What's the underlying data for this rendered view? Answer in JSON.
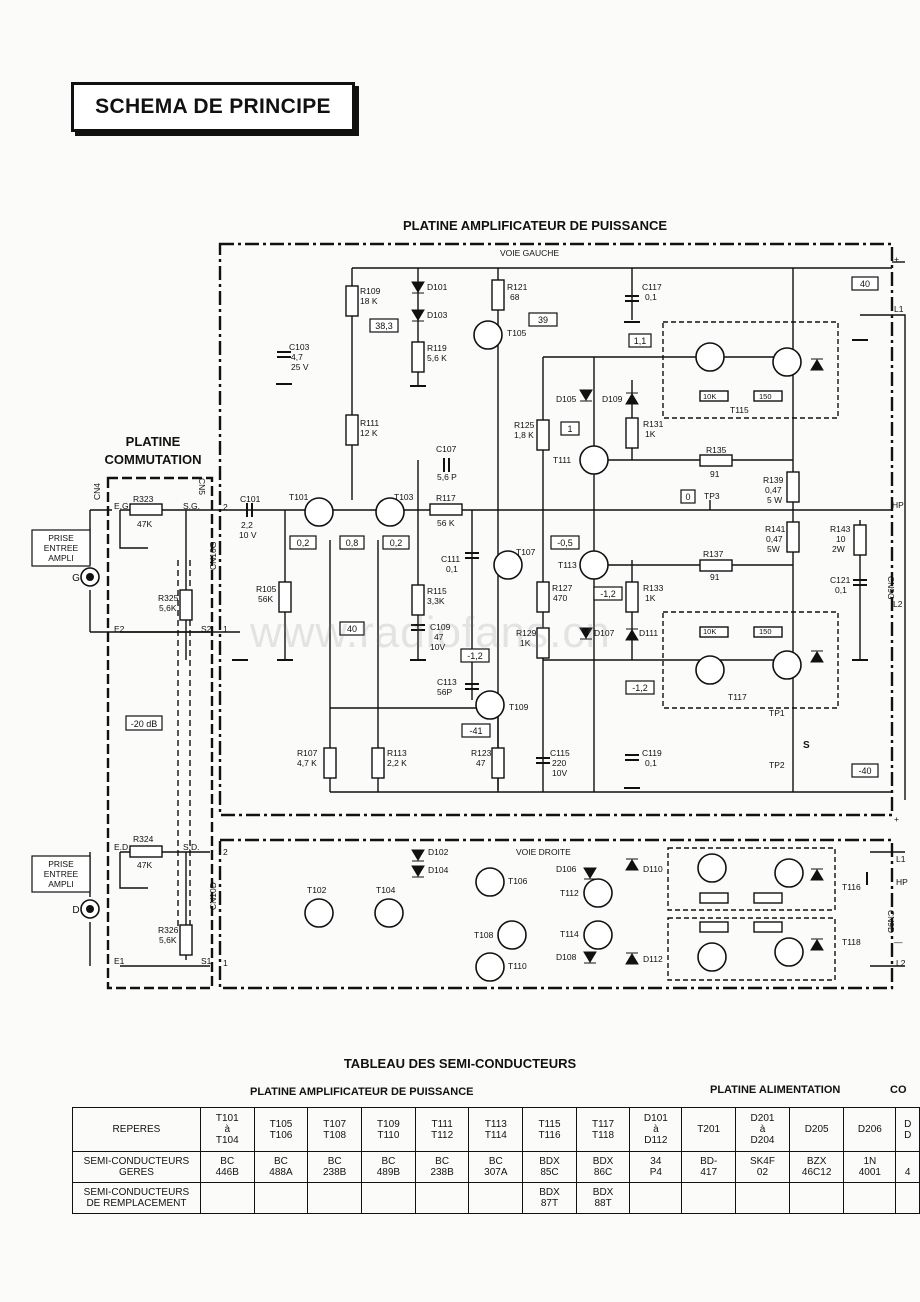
{
  "page_title": "SCHEMA DE PRINCIPE",
  "sections": {
    "amp_board": "PLATINE AMPLIFICATEUR DE PUISSANCE",
    "switch_board": "PLATINE COMMUTATION",
    "left_channel": "VOIE GAUCHE",
    "right_channel": "VOIE DROITE"
  },
  "inputs": {
    "left": {
      "label": "PRISE ENTREE AMPLI",
      "letter": "G"
    },
    "right": {
      "label": "PRISE ENTREE AMPLI",
      "letter": "D"
    }
  },
  "switch_labels": [
    "CN4",
    "E.G.",
    "R323",
    "47K",
    "S.G.",
    "CN5",
    "R325",
    "5,6K",
    "E2",
    "S2",
    "-20 dB",
    "E.D.",
    "R324",
    "47K",
    "S.D.",
    "R326",
    "5,6K",
    "E1",
    "S1",
    "CN10G",
    "CN10D"
  ],
  "voltages": [
    "38,3",
    "39",
    "1,1",
    "1",
    "0",
    "0,2",
    "0,8",
    "0,2",
    "-0,5",
    "-1,2",
    "40",
    "-1,2",
    "-1,2",
    "-41",
    "40",
    "-40"
  ],
  "components_left": [
    {
      "ref": "R109",
      "val": "18 K"
    },
    {
      "ref": "D101",
      "val": ""
    },
    {
      "ref": "D103",
      "val": ""
    },
    {
      "ref": "R121",
      "val": "68"
    },
    {
      "ref": "C117",
      "val": "0,1"
    },
    {
      "ref": "C103",
      "val": "4,7 25 V"
    },
    {
      "ref": "R119",
      "val": "5,6 K"
    },
    {
      "ref": "T105",
      "val": ""
    },
    {
      "ref": "R111",
      "val": "12 K"
    },
    {
      "ref": "C107",
      "val": "5,6 P"
    },
    {
      "ref": "R125",
      "val": "1,8 K"
    },
    {
      "ref": "D105",
      "val": ""
    },
    {
      "ref": "D109",
      "val": ""
    },
    {
      "ref": "R131",
      "val": "1K"
    },
    {
      "ref": "T115",
      "val": ""
    },
    {
      "ref": "R135",
      "val": "91"
    },
    {
      "ref": "R139",
      "val": "0,47 5 W"
    },
    {
      "ref": "T111",
      "val": ""
    },
    {
      "ref": "C101",
      "val": "2,2 10 V"
    },
    {
      "ref": "T101",
      "val": ""
    },
    {
      "ref": "T103",
      "val": ""
    },
    {
      "ref": "R117",
      "val": "56 K"
    },
    {
      "ref": "TP3",
      "val": ""
    },
    {
      "ref": "R141",
      "val": "0,47 5W"
    },
    {
      "ref": "R143",
      "val": "10 2W"
    },
    {
      "ref": "C111",
      "val": "0,1"
    },
    {
      "ref": "T107",
      "val": ""
    },
    {
      "ref": "T113",
      "val": ""
    },
    {
      "ref": "R137",
      "val": "91"
    },
    {
      "ref": "C121",
      "val": "0,1"
    },
    {
      "ref": "R105",
      "val": "56K"
    },
    {
      "ref": "R115",
      "val": "3,3K"
    },
    {
      "ref": "R127",
      "val": "470"
    },
    {
      "ref": "R133",
      "val": "1K"
    },
    {
      "ref": "C109",
      "val": "47 10V"
    },
    {
      "ref": "R129",
      "val": "1K"
    },
    {
      "ref": "D107",
      "val": ""
    },
    {
      "ref": "D111",
      "val": ""
    },
    {
      "ref": "T117",
      "val": ""
    },
    {
      "ref": "C113",
      "val": "56P"
    },
    {
      "ref": "T109",
      "val": ""
    },
    {
      "ref": "R107",
      "val": "4,7 K"
    },
    {
      "ref": "R113",
      "val": "2,2 K"
    },
    {
      "ref": "R123",
      "val": "47"
    },
    {
      "ref": "C115",
      "val": "220 10V"
    },
    {
      "ref": "C119",
      "val": "0,1"
    },
    {
      "ref": "TP1",
      "val": ""
    },
    {
      "ref": "TP2",
      "val": ""
    },
    {
      "ref": "S",
      "val": ""
    }
  ],
  "components_right": [
    "T102",
    "T104",
    "D102",
    "D104",
    "T106",
    "T108",
    "T110",
    "D106",
    "T112",
    "T114",
    "D108",
    "D110",
    "D112",
    "T116",
    "T118"
  ],
  "connectors": [
    "HP",
    "L1",
    "L2",
    "CN9G",
    "CN9D",
    "+",
    "-"
  ],
  "inner_resistors": [
    "10K",
    "150"
  ],
  "table": {
    "title": "TABLEAU DES SEMI-CONDUCTEURS",
    "group_amp": "PLATINE AMPLIFICATEUR DE PUISSANCE",
    "group_psu": "PLATINE ALIMENTATION",
    "group_cut": "CO",
    "rows": [
      {
        "head": "REPERES",
        "cells": [
          "T101\nà\nT104",
          "T105\nT106",
          "T107\nT108",
          "T109\nT110",
          "T111\nT112",
          "T113\nT114",
          "T115\nT116",
          "T117\nT118",
          "D101\nà\nD112",
          "T201",
          "D201\nà\nD204",
          "D205",
          "D206",
          "D\nD"
        ]
      },
      {
        "head": "SEMI-CONDUCTEURS\nGERES",
        "cells": [
          "BC\n446B",
          "BC\n488A",
          "BC\n238B",
          "BC\n489B",
          "BC\n238B",
          "BC\n307A",
          "BDX\n85C",
          "BDX\n86C",
          "34\nP4",
          "BD-\n417",
          "SK4F\n02",
          "BZX\n46C12",
          "1N\n4001",
          "\n4"
        ]
      },
      {
        "head": "SEMI-CONDUCTEURS\nDE REMPLACEMENT",
        "cells": [
          "",
          "",
          "",
          "",
          "",
          "",
          "BDX\n87T",
          "BDX\n88T",
          "",
          "",
          "",
          "",
          "",
          ""
        ]
      }
    ]
  },
  "watermark": "www.radiofans.cn"
}
